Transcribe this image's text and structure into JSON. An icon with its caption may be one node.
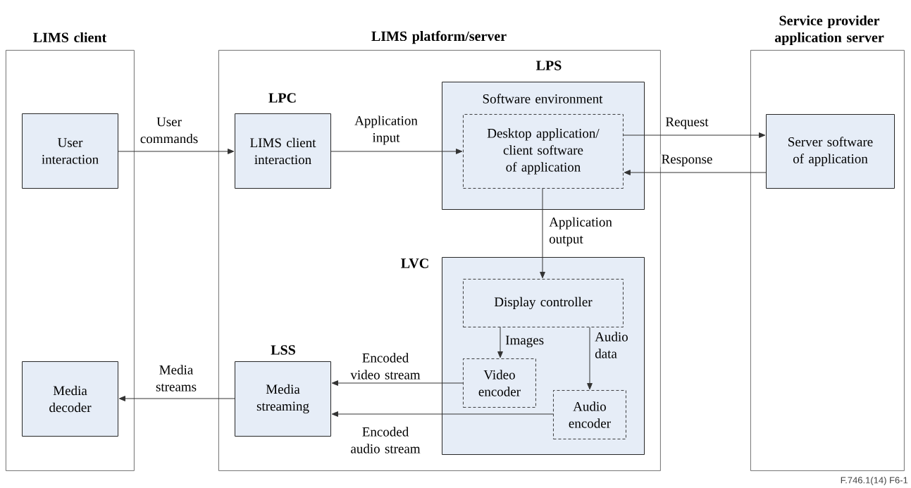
{
  "diagram": {
    "nodes": [
      {
        "text": [
          "LIMS client"
        ]
      },
      {
        "text": [
          "User interaction"
        ],
        "in": 0
      },
      {
        "text": [
          "Media decoder"
        ],
        "in": 0
      },
      {
        "text": [
          "LIMS platform/server"
        ]
      },
      {
        "text": [
          "LPC",
          "LIMS client interaction"
        ],
        "in": 3
      },
      {
        "text": [
          "LPS",
          "Software environment"
        ],
        "in": 3
      },
      {
        "text": [
          "Desktop application/ client software of application"
        ],
        "in": 5
      },
      {
        "text": [
          "LVC"
        ],
        "in": 3
      },
      {
        "text": [
          "Display controller"
        ],
        "in": 7
      },
      {
        "text": [
          "Video encoder"
        ],
        "in": 7
      },
      {
        "text": [
          "Audio encoder"
        ],
        "in": 7
      },
      {
        "text": [
          "LSS",
          "Media streaming"
        ],
        "in": 3
      },
      {
        "text": [
          "Service provider application server"
        ]
      },
      {
        "text": [
          "Server software of application"
        ],
        "in": 12
      }
    ],
    "edges": [
      {
        "from": 1,
        "to": 4,
        "arrow": "to",
        "label": "User commands"
      },
      {
        "from": 4,
        "to": 6,
        "arrow": "to",
        "label": "Application input"
      },
      {
        "from": 6,
        "to": 13,
        "arrow": "to",
        "label": "Request"
      },
      {
        "from": 13,
        "to": 6,
        "arrow": "to",
        "label": "Response"
      },
      {
        "from": 6,
        "to": 8,
        "arrow": "to",
        "label": "Application output"
      },
      {
        "from": 8,
        "to": 9,
        "arrow": "to",
        "label": "Images"
      },
      {
        "from": 8,
        "to": 10,
        "arrow": "to",
        "label": "Audio data"
      },
      {
        "from": 9,
        "to": 11,
        "arrow": "to",
        "label": "Encoded video stream"
      },
      {
        "from": 10,
        "to": 11,
        "arrow": "to",
        "label": "Encoded audio stream"
      },
      {
        "from": 11,
        "to": 2,
        "arrow": "to",
        "label": "Media streams"
      }
    ],
    "labels": [
      "F.746.1(14) F6-1"
    ]
  }
}
